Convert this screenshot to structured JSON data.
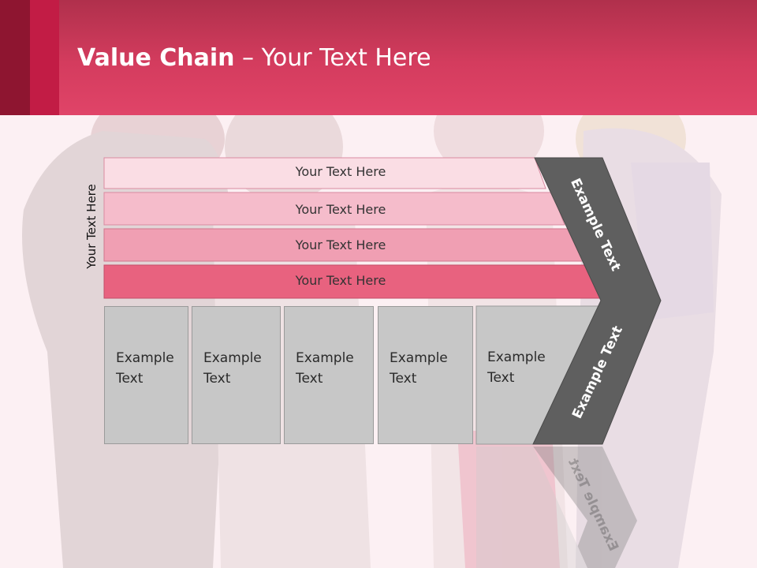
{
  "slide": {
    "title_bold": "Value Chain",
    "title_rest": " – Your Text Here",
    "side_label": "Your Text Here",
    "ribbons": [
      {
        "label": "Your Text Here",
        "color": "#fadde4"
      },
      {
        "label": "Your Text Here",
        "color": "#f5bccb"
      },
      {
        "label": "Your Text Here",
        "color": "#f09fb3"
      },
      {
        "label": "Your Text Here",
        "color": "#e8627f"
      }
    ],
    "boxes": [
      {
        "line1": "Example",
        "line2": "Text"
      },
      {
        "line1": "Example",
        "line2": "Text"
      },
      {
        "line1": "Example",
        "line2": "Text"
      },
      {
        "line1": "Example",
        "line2": "Text"
      },
      {
        "line1": "Example",
        "line2": "Text"
      }
    ],
    "chevron_top_label": "Example Text",
    "chevron_bottom_label": "Example Text"
  },
  "colors": {
    "header_red": "#d43c5e",
    "chevron_gray": "#5f5f5f",
    "box_gray": "#c7c7c7"
  }
}
